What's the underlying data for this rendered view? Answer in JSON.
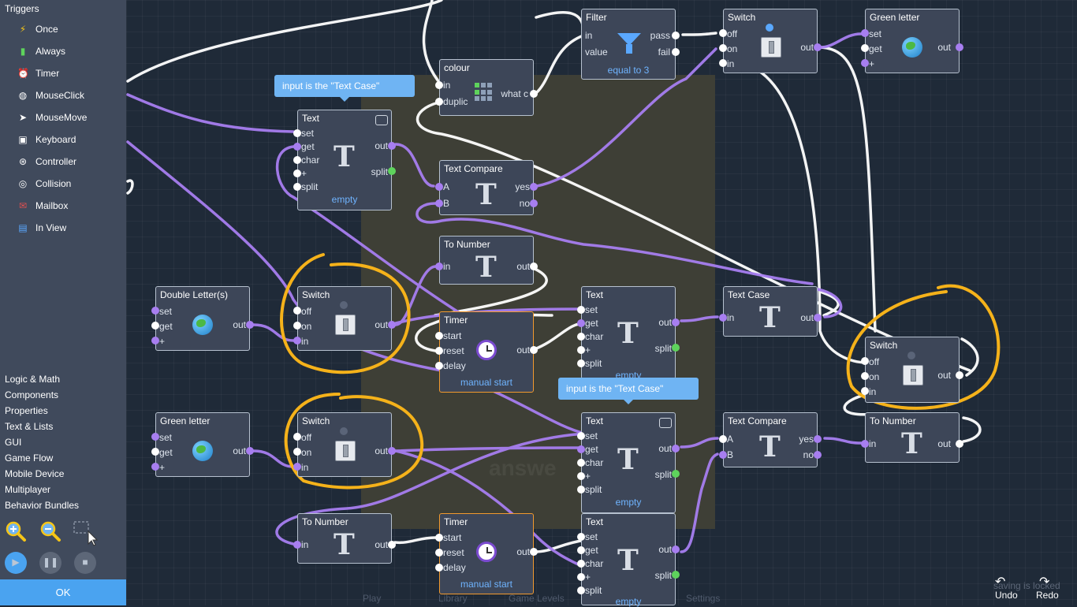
{
  "panel": {
    "header": "Triggers",
    "triggers": [
      "Once",
      "Always",
      "Timer",
      "MouseClick",
      "MouseMove",
      "Keyboard",
      "Controller",
      "Collision",
      "Mailbox",
      "In View"
    ],
    "categories": [
      "Logic & Math",
      "Components",
      "Properties",
      "Text & Lists",
      "GUI",
      "Game Flow",
      "Mobile Device",
      "Multiplayer",
      "Behavior Bundles"
    ],
    "ok_label": "OK"
  },
  "tooltips": {
    "tip1": "input is the \"Text Case\"",
    "tip2": "input is the \"Text Case\""
  },
  "stage": {
    "watermark": "answe"
  },
  "bottom_bar": {
    "play": "Play",
    "library": "Library",
    "game_levels": "Game Levels",
    "settings": "Settings",
    "saving": "saving is locked",
    "undo": "Undo",
    "redo": "Redo"
  },
  "nodes": {
    "filter": {
      "title": "Filter",
      "in": "in",
      "value": "value",
      "pass": "pass",
      "fail": "fail",
      "foot": "equal to 3"
    },
    "switch_top": {
      "title": "Switch",
      "off": "off",
      "on": "on",
      "in": "in",
      "out": "out"
    },
    "green_letter_top": {
      "title": "Green letter",
      "set": "set",
      "get": "get",
      "plus": "+",
      "out": "out"
    },
    "colour": {
      "title": "colour",
      "in": "in",
      "duplic": "duplic",
      "what": "what c"
    },
    "text1": {
      "title": "Text",
      "set": "set",
      "get": "get",
      "char": "char",
      "plus": "+",
      "split_in": "split",
      "out": "out",
      "split": "split",
      "foot": "empty"
    },
    "text_compare1": {
      "title": "Text Compare",
      "a": "A",
      "b": "B",
      "yes": "yes",
      "no": "no"
    },
    "to_number1": {
      "title": "To Number",
      "in": "in",
      "out": "out"
    },
    "double_letter": {
      "title": "Double Letter(s)",
      "set": "set",
      "get": "get",
      "plus": "+",
      "out": "out"
    },
    "switch1": {
      "title": "Switch",
      "off": "off",
      "on": "on",
      "in": "in",
      "out": "out"
    },
    "timer1": {
      "title": "Timer",
      "start": "start",
      "reset": "reset",
      "delay": "delay",
      "out": "out",
      "foot": "manual start"
    },
    "text2": {
      "title": "Text",
      "set": "set",
      "get": "get",
      "char": "char",
      "plus": "+",
      "split_in": "split",
      "out": "out",
      "split": "split",
      "foot": "empty"
    },
    "text_case": {
      "title": "Text Case",
      "in": "in",
      "out": "out"
    },
    "switch_right": {
      "title": "Switch",
      "off": "off",
      "on": "on",
      "in": "in",
      "out": "out"
    },
    "green_letter2": {
      "title": "Green letter",
      "set": "set",
      "get": "get",
      "plus": "+",
      "out": "out"
    },
    "switch2": {
      "title": "Switch",
      "off": "off",
      "on": "on",
      "in": "in",
      "out": "out"
    },
    "text3": {
      "title": "Text",
      "set": "set",
      "get": "get",
      "char": "char",
      "plus": "+",
      "split_in": "split",
      "out": "out",
      "split": "split",
      "foot": "empty"
    },
    "text_compare2": {
      "title": "Text Compare",
      "a": "A",
      "b": "B",
      "yes": "yes",
      "no": "no"
    },
    "to_number_right": {
      "title": "To Number",
      "in": "in",
      "out": "out"
    },
    "to_number2": {
      "title": "To Number",
      "in": "in",
      "out": "out"
    },
    "timer2": {
      "title": "Timer",
      "start": "start",
      "reset": "reset",
      "delay": "delay",
      "out": "out",
      "foot": "manual start"
    },
    "text4": {
      "title": "Text",
      "set": "set",
      "get": "get",
      "char": "char",
      "plus": "+",
      "split_in": "split",
      "out": "out",
      "split": "split",
      "foot": "empty"
    }
  },
  "colors": {
    "wire_purple": "#a77ef0",
    "wire_white": "#ffffff",
    "highlight": "#f5b21a",
    "accent": "#4aa3f0",
    "timer_border": "#f29a2e"
  }
}
